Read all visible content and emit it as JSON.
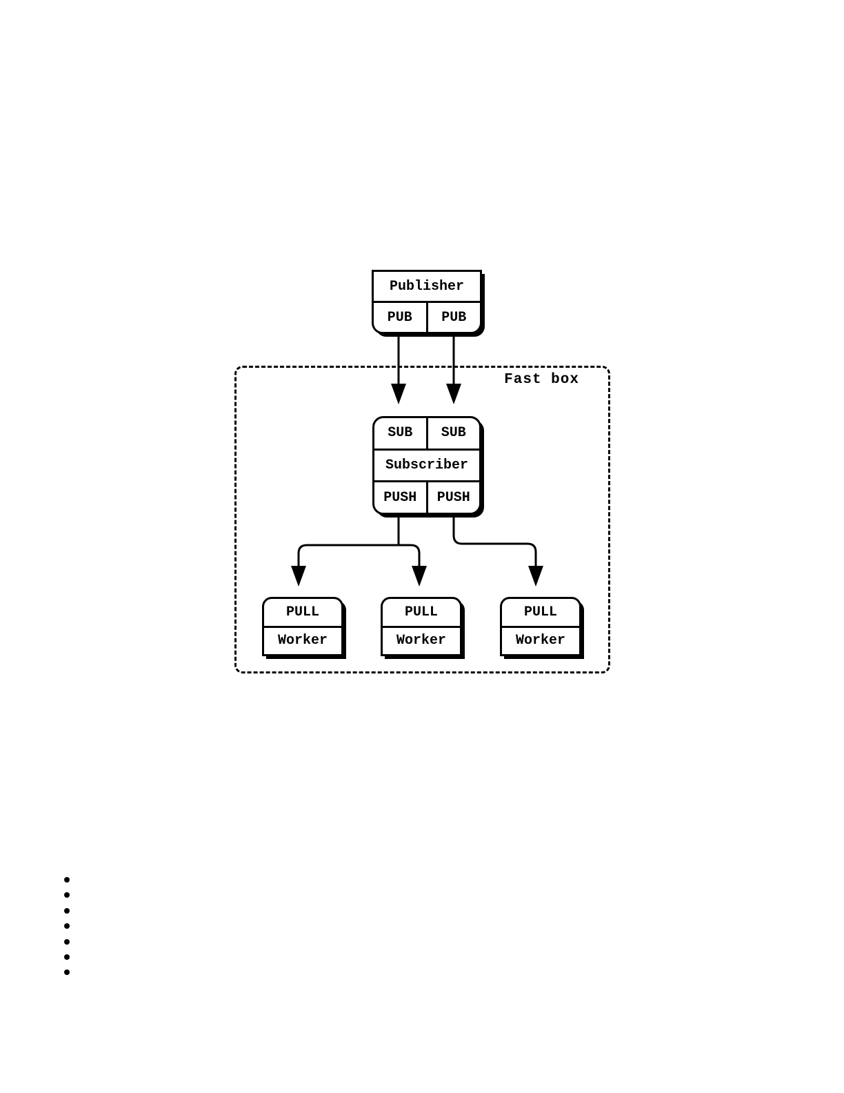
{
  "diagram": {
    "publisher": {
      "title": "Publisher",
      "sockets": [
        "PUB",
        "PUB"
      ]
    },
    "fast_box_label": "Fast box",
    "subscriber": {
      "title": "Subscriber",
      "in_sockets": [
        "SUB",
        "SUB"
      ],
      "out_sockets": [
        "PUSH",
        "PUSH"
      ]
    },
    "workers": [
      {
        "socket": "PULL",
        "title": "Worker"
      },
      {
        "socket": "PULL",
        "title": "Worker"
      },
      {
        "socket": "PULL",
        "title": "Worker"
      }
    ],
    "colors": {
      "line": "#000000",
      "background": "#ffffff"
    }
  },
  "bullets": {
    "items": [
      "",
      "",
      "",
      "",
      "",
      "",
      ""
    ]
  }
}
